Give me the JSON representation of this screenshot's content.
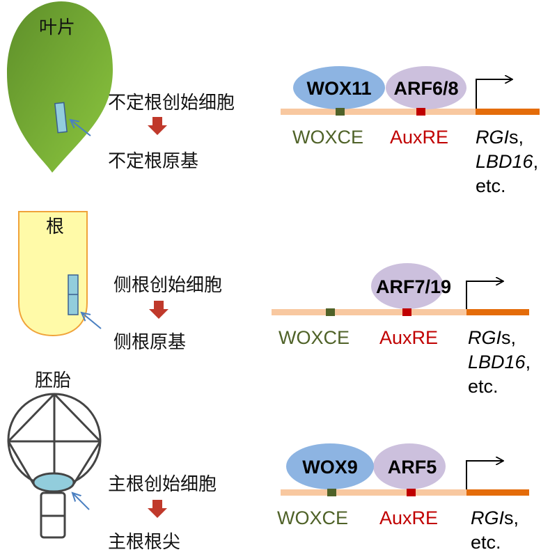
{
  "colors": {
    "leaf": "#7cb342",
    "root_fill": "#fffaa8",
    "root_stroke": "#f0a33a",
    "cell_blue": "#92cddc",
    "wox_blue": "#8db4e2",
    "arf_purple": "#ccc0dd",
    "promoter": "#f8c8a0",
    "gene": "#e46c0a",
    "woxce_green": "#4f6228",
    "auxre_red": "#c00000",
    "down_arrow": "#c0392b"
  },
  "rows": [
    {
      "organ_label": "叶片",
      "initial_cell": "不定根创始细胞",
      "result": "不定根原基",
      "factors": [
        "WOX11",
        "ARF6/8"
      ],
      "woxce": "WOXCE",
      "auxre": "AuxRE",
      "targets": {
        "rgi": "RGI",
        "rgi_suffix": "s,",
        "lbd": "LBD16",
        "lbd_suffix": ",",
        "etc": "etc."
      }
    },
    {
      "organ_label": "根",
      "initial_cell": "侧根创始细胞",
      "result": "侧根原基",
      "factors": [
        "ARF7/19"
      ],
      "woxce": "WOXCE",
      "auxre": "AuxRE",
      "targets": {
        "rgi": "RGI",
        "rgi_suffix": "s,",
        "lbd": "LBD16",
        "lbd_suffix": ",",
        "etc": "etc."
      }
    },
    {
      "organ_label": "胚胎",
      "initial_cell": "主根创始细胞",
      "result": "主根根尖",
      "factors": [
        "WOX9",
        "ARF5"
      ],
      "woxce": "WOXCE",
      "auxre": "AuxRE",
      "targets": {
        "rgi": "RGI",
        "rgi_suffix": "s,",
        "etc": "etc."
      }
    }
  ]
}
